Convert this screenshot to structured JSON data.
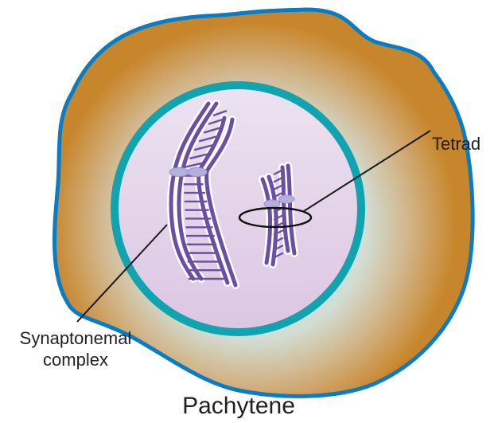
{
  "diagram": {
    "title": "Pachytene",
    "labels": {
      "tetrad": "Tetrad",
      "synaptonemal_line1": "Synaptonemal",
      "synaptonemal_line2": "complex"
    },
    "colors": {
      "cell_membrane": "#0a7cc4",
      "cytoplasm_outer": "#c8862c",
      "cytoplasm_inner": "#d2ddd4",
      "nuclear_envelope": "#11a3b0",
      "nucleoplasm_top": "#ece2f1",
      "nucleoplasm_bottom": "#dcc6e2",
      "chromosome": "#6b4fa3",
      "centromere": "#b4b0dd",
      "leader_line": "#1a1a1a",
      "text": "#231f20"
    },
    "structures": [
      {
        "name": "cell-membrane"
      },
      {
        "name": "cytoplasm"
      },
      {
        "name": "nuclear-envelope"
      },
      {
        "name": "nucleoplasm"
      },
      {
        "name": "large-bivalent",
        "description": "paired homologous chromosomes joined by synaptonemal complex"
      },
      {
        "name": "small-bivalent",
        "description": "tetrad encircled by ellipse"
      }
    ]
  }
}
